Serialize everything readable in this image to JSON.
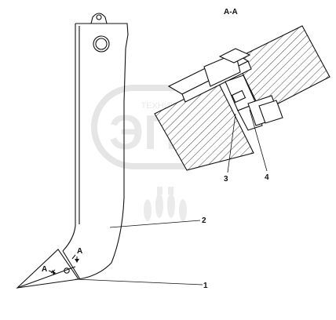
{
  "section_title": "А-А",
  "section_mark_top": "А",
  "section_mark_bottom": "А",
  "callouts": [
    {
      "id": "1",
      "text": "1"
    },
    {
      "id": "2",
      "text": "2"
    },
    {
      "id": "3",
      "text": "3"
    },
    {
      "id": "4",
      "text": "4"
    }
  ],
  "watermark": {
    "text": "ЭПЛ",
    "caption": "ТЕХНИКА"
  },
  "colors": {
    "line": "#111111",
    "watermark": "#d8d8d8"
  }
}
